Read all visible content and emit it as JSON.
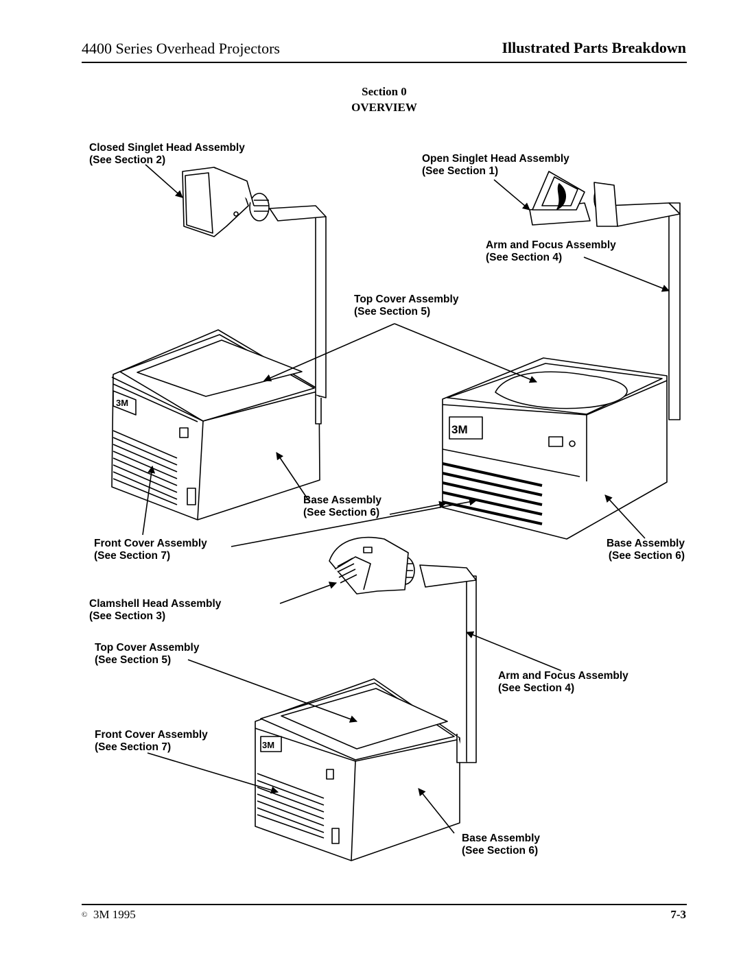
{
  "header": {
    "title": "4400 Series Overhead Projectors",
    "section_title": "Illustrated Parts Breakdown"
  },
  "section": {
    "number": "Section 0",
    "name": "OVERVIEW"
  },
  "labels": {
    "closed_head": [
      "Closed Singlet Head Assembly",
      "(See Section 2)"
    ],
    "open_head": [
      "Open Singlet Head Assembly",
      "(See Section 1)"
    ],
    "arm_focus_1": [
      "Arm and Focus Assembly",
      "(See Section 4)"
    ],
    "top_cover_1": [
      "Top Cover Assembly",
      "(See Section 5)"
    ],
    "base_1": [
      "Base Assembly",
      "(See Section 6)"
    ],
    "front_cover_1": [
      "Front Cover Assembly",
      "(See Section 7)"
    ],
    "base_2": [
      "Base Assembly",
      "(See Section 6)"
    ],
    "clamshell_head": [
      "Clamshell Head Assembly",
      "(See Section 3)"
    ],
    "top_cover_2": [
      "Top Cover Assembly",
      "(See Section 5)"
    ],
    "arm_focus_2": [
      "Arm and Focus Assembly",
      "(See Section 4)"
    ],
    "front_cover_2": [
      "Front Cover Assembly",
      "(See Section 7)"
    ],
    "base_3": [
      "Base Assembly",
      "(See Section 6)"
    ]
  },
  "logo_text": "3M",
  "footer": {
    "copyright": "3M 1995",
    "page": "7-3"
  }
}
